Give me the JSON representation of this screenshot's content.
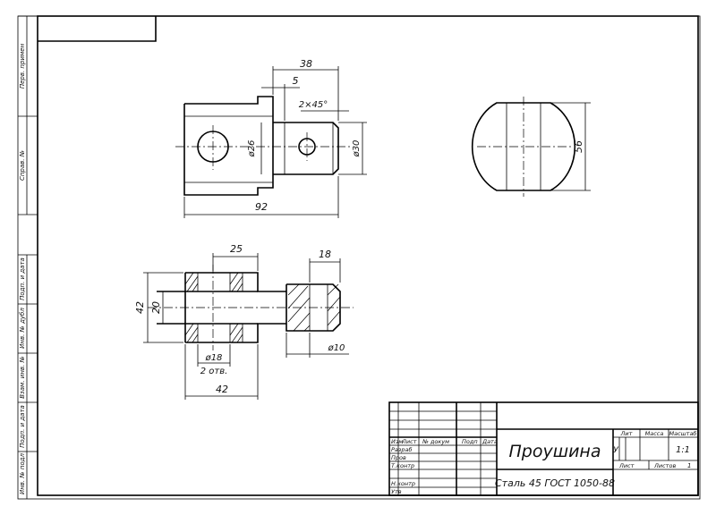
{
  "title_block": {
    "part_name": "Проушина",
    "material": "Сталь 45 ГОСТ 1050-88",
    "col_izm": "Изм",
    "col_list": "Лист",
    "col_doc": "№ докум",
    "col_sign": "Подп",
    "col_date": "Дата",
    "razrab": "Разраб",
    "prov": "Пров",
    "tkontr": "Т.контр",
    "nkontr": "Н.контр",
    "utv": "Утв",
    "lit": "Лит",
    "massa": "Масса",
    "masshtab": "Масштаб",
    "scale_value": "1:1",
    "sheet": "Лист",
    "sheets": "Листов",
    "sheets_count": "1",
    "lit_value": "У"
  },
  "side_strip": {
    "perv_primen": "Перв. примен",
    "sprav": "Справ. №",
    "podp_data_1": "Подп. и дата",
    "inv_dubl": "Инв. № дубл",
    "vzam_inv": "Взам. инв. №",
    "podp_data_2": "Подп. и дата",
    "inv_podl": "Инв. № подл"
  },
  "dimensions": {
    "d38": "38",
    "d5": "5",
    "chamfer": "2×45°",
    "dia26": "ø26",
    "dia30": "ø30",
    "d92": "92",
    "d56": "56",
    "d25": "25",
    "d18top": "18",
    "d42v": "42",
    "d20": "20",
    "dia18": "ø18",
    "two_holes": "2 отв.",
    "dia10": "ø10",
    "d42h": "42"
  }
}
